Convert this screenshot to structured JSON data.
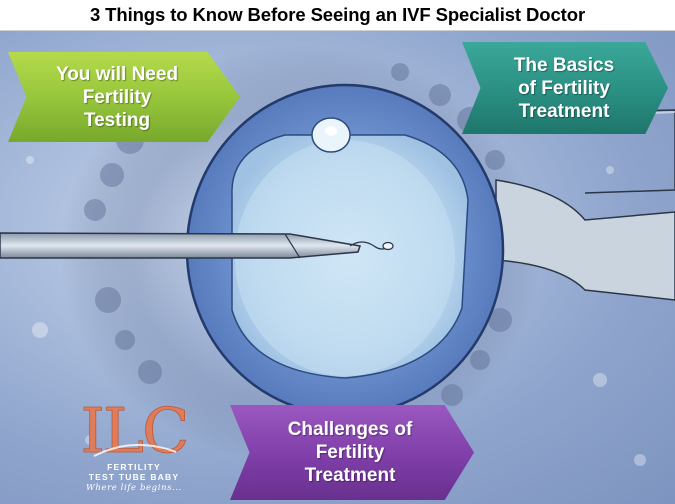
{
  "title": "3 Things to Know Before Seeing an IVF Specialist Doctor",
  "callouts": [
    {
      "lines": [
        "You will Need",
        "Fertility",
        "Testing"
      ],
      "color": "#94c43a"
    },
    {
      "lines": [
        "The Basics",
        "of Fertility",
        "Treatment"
      ],
      "color": "#2a8f82"
    },
    {
      "lines": [
        "Challenges of",
        "Fertility",
        "Treatment"
      ],
      "color": "#7f3ea8"
    }
  ],
  "logo": {
    "mark": "ILC",
    "line1": "FERTILITY",
    "line2": "TEST TUBE BABY",
    "tagline": "Where life begins...",
    "mark_color": "#e07c5a"
  }
}
